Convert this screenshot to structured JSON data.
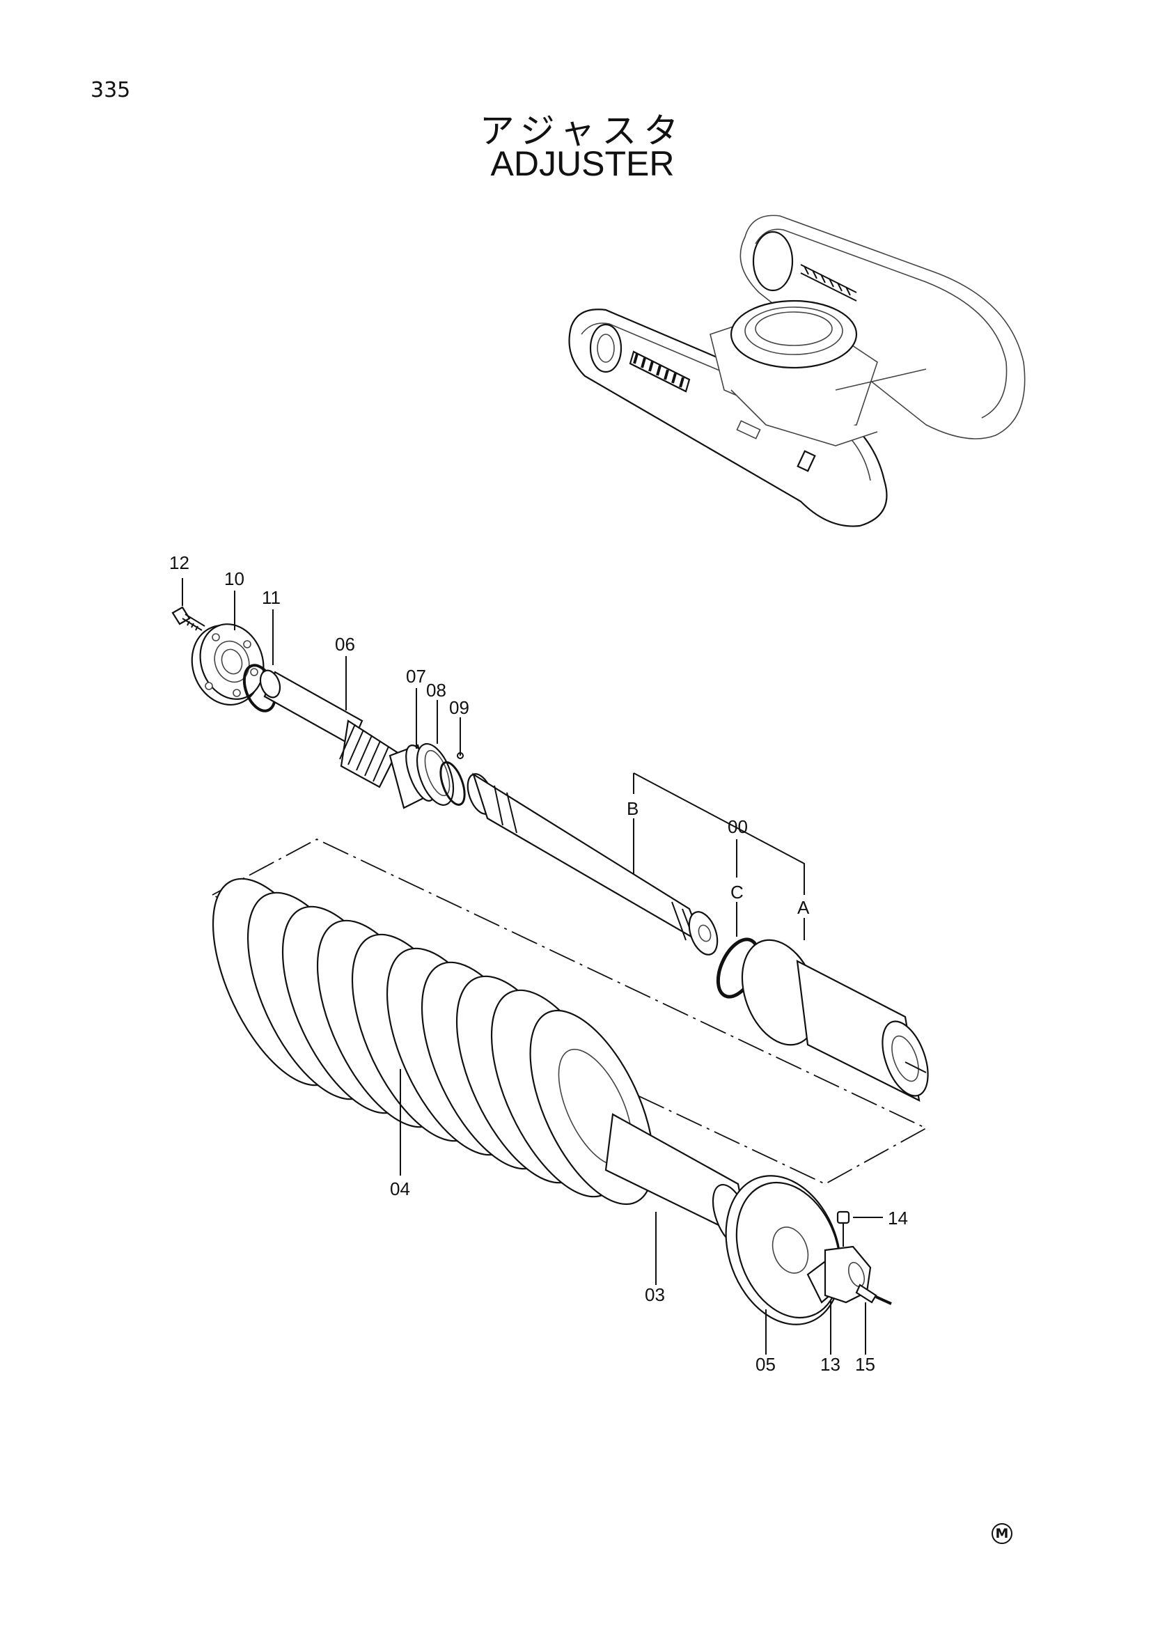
{
  "page_number": "335",
  "title_jp": "アジャスタ",
  "title_en": "ADJUSTER",
  "corner_mark": "M",
  "callouts": [
    {
      "id": "12",
      "label": "12"
    },
    {
      "id": "10",
      "label": "10"
    },
    {
      "id": "11",
      "label": "11"
    },
    {
      "id": "06",
      "label": "06"
    },
    {
      "id": "07",
      "label": "07"
    },
    {
      "id": "08",
      "label": "08"
    },
    {
      "id": "09",
      "label": "09"
    },
    {
      "id": "B",
      "label": "B"
    },
    {
      "id": "00",
      "label": "00"
    },
    {
      "id": "C",
      "label": "C"
    },
    {
      "id": "A",
      "label": "A"
    },
    {
      "id": "04",
      "label": "04"
    },
    {
      "id": "14",
      "label": "14"
    },
    {
      "id": "03",
      "label": "03"
    },
    {
      "id": "05",
      "label": "05"
    },
    {
      "id": "13",
      "label": "13"
    },
    {
      "id": "15",
      "label": "15"
    }
  ]
}
